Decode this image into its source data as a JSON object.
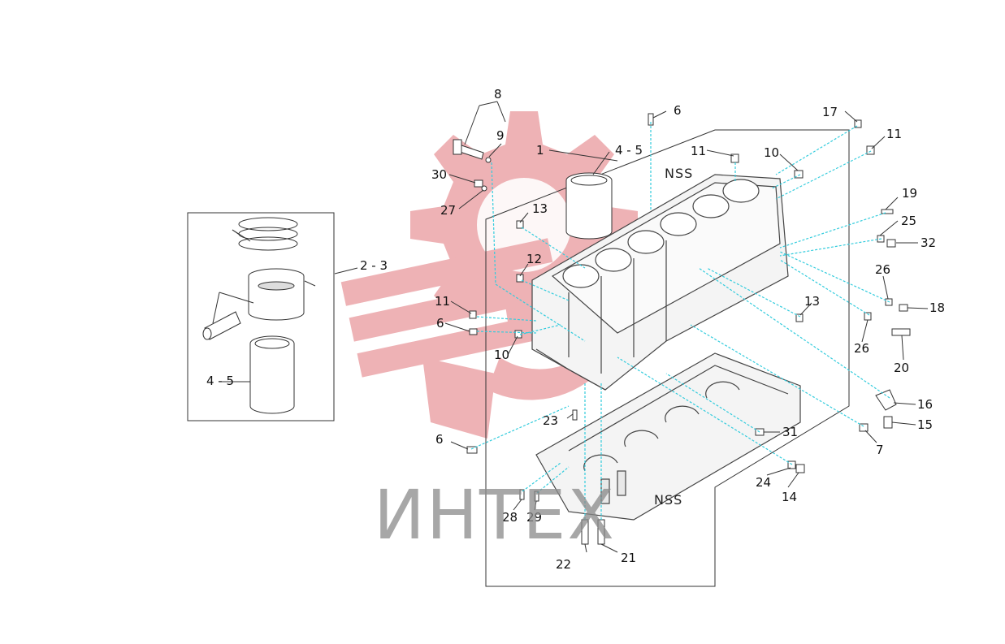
{
  "watermark": {
    "text": "ИНТЕХ",
    "logo_icon": "gear-logo-icon",
    "color": "#e5898e"
  },
  "callouts": {
    "c8": "8",
    "c9": "9",
    "c6_top": "6",
    "c1": "1",
    "c45_top": "4 - 5",
    "c17": "17",
    "c11_top": "11",
    "c11_right": "11",
    "c10_top": "10",
    "c30": "30",
    "c27": "27",
    "c13_mid": "13",
    "c12": "12",
    "c23": "2 - 3",
    "c11_left": "11",
    "c6_mid": "6",
    "c10_left": "10",
    "c19": "19",
    "c25": "25",
    "c32": "32",
    "c26_top": "26",
    "c18": "18",
    "c13_right": "13",
    "c26_bot": "26",
    "c20": "20",
    "c16": "16",
    "c15": "15",
    "c45_inset": "4 - 5",
    "c23_part": "23",
    "c31": "31",
    "c6_bot": "6",
    "c7": "7",
    "c24": "24",
    "c14": "14",
    "c28": "28",
    "c29": "29",
    "c22": "22",
    "c21": "21"
  },
  "nss": {
    "upper": "NSS",
    "lower": "NSS"
  }
}
